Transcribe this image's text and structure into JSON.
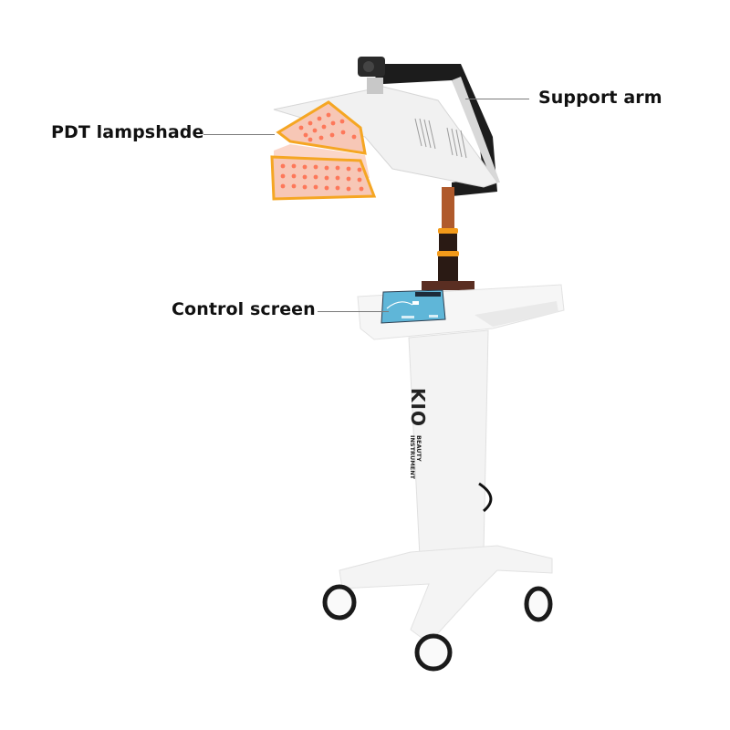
{
  "labels": {
    "lampshade": "PDT lampshade",
    "support_arm": "Support arm",
    "control_screen": "Control screen"
  },
  "brand": {
    "logo": "KIO",
    "line1": "BEAUTY",
    "line2": "INSTRUMENT"
  },
  "colors": {
    "led_panel": "#f7c7b6",
    "led_glow": "#ff6b4a",
    "panel_border": "#f5a623",
    "housing": "#f4f4f4",
    "arm": "#1c1c1c",
    "screen": "#5fb6d8",
    "accent_ring": "#f39a1a",
    "column": "#2a1a14"
  }
}
